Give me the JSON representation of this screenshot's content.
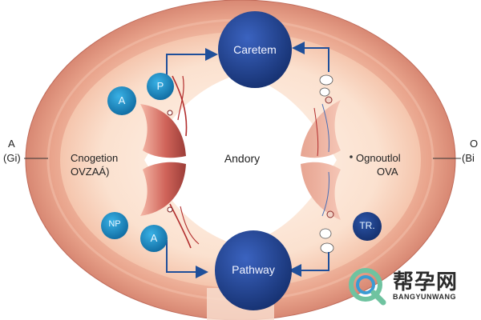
{
  "labels": {
    "top_node": "Caretem",
    "bottom_node": "Pathway",
    "center": "Andory",
    "left_title_line1": "Cnogetion",
    "left_title_line2": "OVZAÁ)",
    "right_title_line1": "Ognoutlol",
    "right_title_line2": "OVA",
    "left_edge_line1": "A",
    "left_edge_line2": "(Gi)",
    "right_edge_line1": "O",
    "right_edge_line2": "(Bi"
  },
  "circles": {
    "upper_left_a": "A",
    "upper_left_p": "P",
    "lower_left_np": "NP",
    "lower_left_a": "A",
    "lower_right_tr": "TR."
  },
  "watermark": {
    "chinese": "帮孕网",
    "pinyin": "BANGYUNWANG"
  },
  "colors": {
    "outer_ring": "#e9a48c",
    "inner_fill": "#fbe1cf",
    "node_blue": "#1f3f8f",
    "circle_blue": "#1b86c0",
    "arrow_blue": "#1f4f9a",
    "tissue_red": "#b44a42"
  }
}
